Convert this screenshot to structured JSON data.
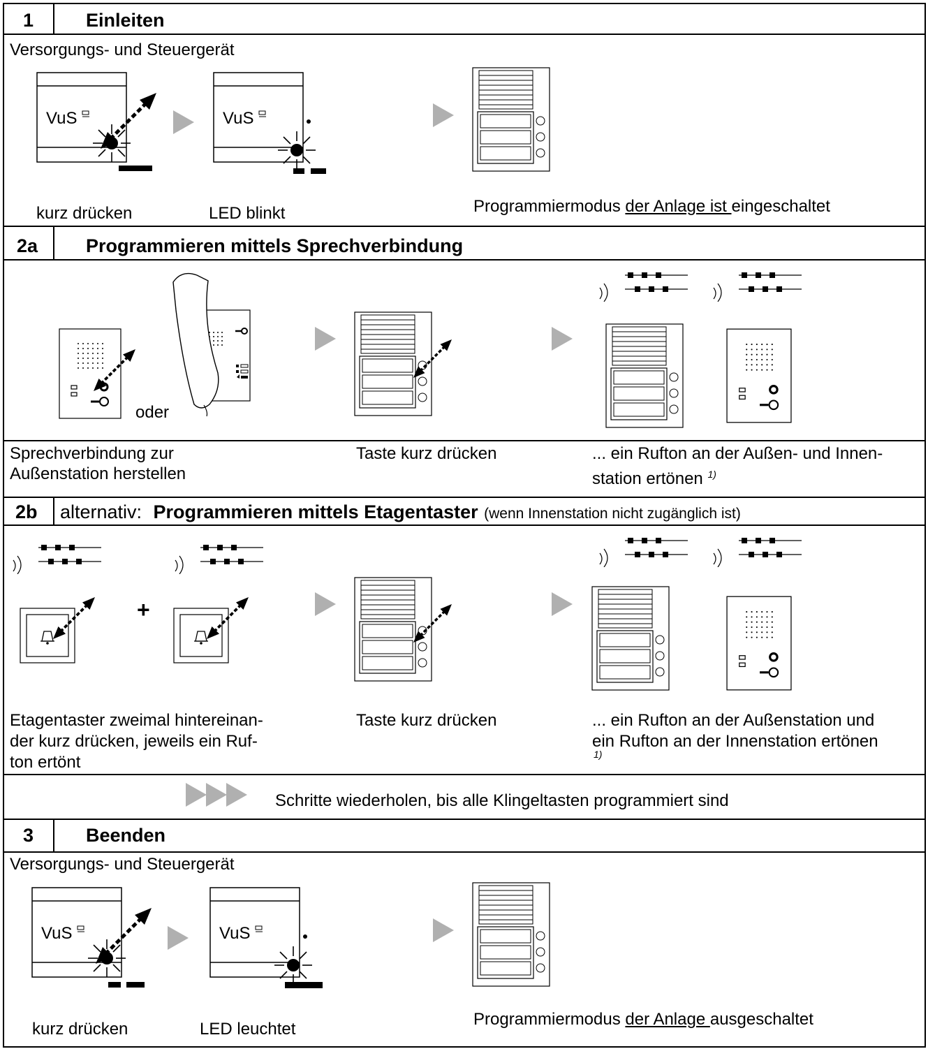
{
  "sections": {
    "s1": {
      "num": "1",
      "title": "Einleiten",
      "subtitle": "Versorgungs- und Steuergerät"
    },
    "s2a": {
      "num": "2a",
      "title": "Programmieren mittels Sprechverbindung"
    },
    "s2b": {
      "num": "2b",
      "prefix": "alternativ:",
      "title": "Programmieren mittels Etagentaster",
      "note": "(wenn Innenstation nicht zugänglich ist)"
    },
    "s3": {
      "num": "3",
      "title": "Beenden",
      "subtitle": "Versorgungs- und Steuergerät"
    }
  },
  "step1": {
    "device_label": "VuS",
    "cap_press": "kurz drücken",
    "cap_led": "LED blinkt",
    "cap_mode_a": "Programmiermodus ",
    "cap_mode_b": "der Anlage ist ",
    "cap_mode_c": "eingeschaltet"
  },
  "step2a": {
    "oder": "oder",
    "cap_left_1": "Sprechverbindung zur",
    "cap_left_2": "Außenstation herstellen",
    "cap_mid": "Taste kurz drücken",
    "cap_right_1": "... ein Rufton an der Außen- und Innen-",
    "cap_right_2": "station ertönen",
    "footnote": "1)"
  },
  "step2b": {
    "plus": "+",
    "cap_left_1": "Etagentaster zweimal hintereinan-",
    "cap_left_2": "der kurz drücken, jeweils ein Ruf-",
    "cap_left_3": "ton ertönt",
    "cap_mid": "Taste kurz drücken",
    "cap_right_1": "... ein Rufton an der Außenstation und",
    "cap_right_2": "ein Rufton an der Innenstation ertönen",
    "footnote": "1)"
  },
  "repeat": {
    "text": "Schritte wiederholen, bis alle Klingeltasten programmiert sind"
  },
  "step3": {
    "device_label": "VuS",
    "cap_press": "kurz drücken",
    "cap_led": "LED leuchtet",
    "cap_mode_a": "Programmiermodus ",
    "cap_mode_b": "der Anlage ",
    "cap_mode_c": "ausgeschaltet"
  }
}
